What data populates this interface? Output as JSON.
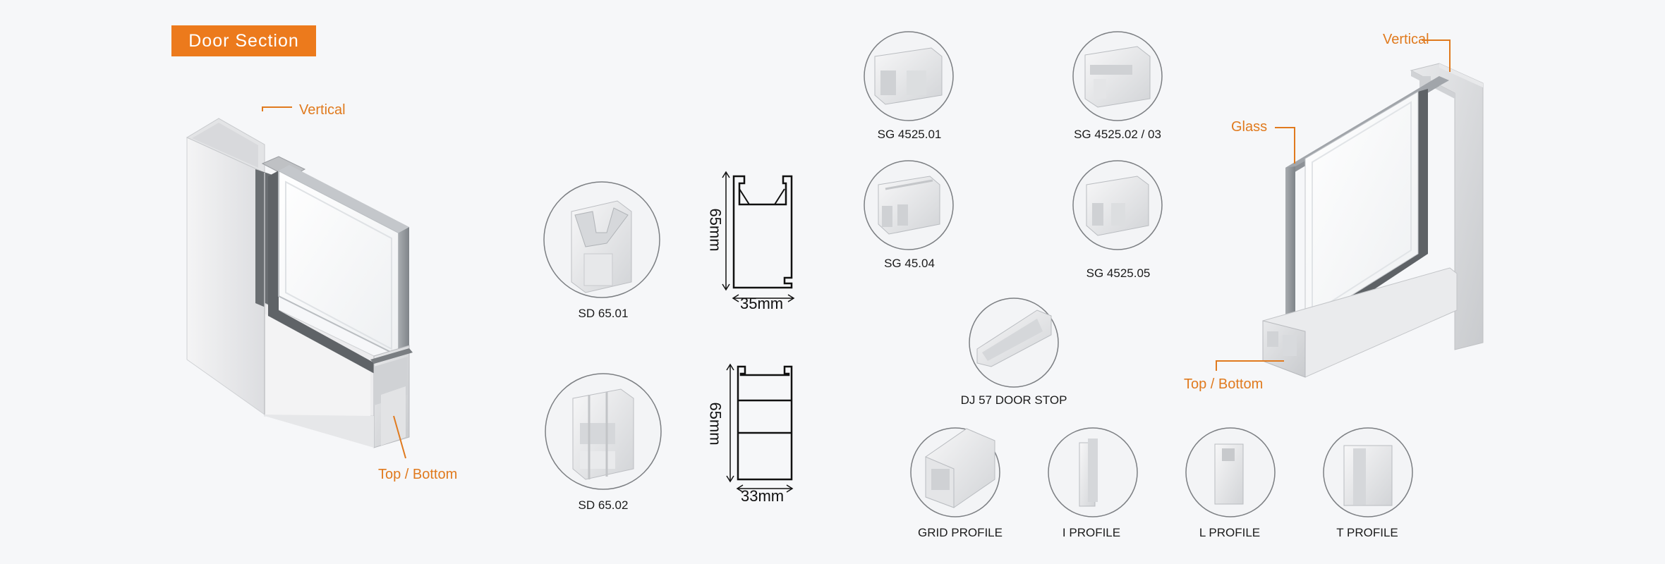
{
  "title": "Door Section",
  "left_section": {
    "callouts": {
      "vertical": "Vertical",
      "top_bottom": "Top / Bottom"
    }
  },
  "profiles": {
    "sd6501": {
      "label": "SD 65.01",
      "height": "65mm",
      "width": "35mm"
    },
    "sd6502": {
      "label": "SD 65.02",
      "height": "65mm",
      "width": "33mm"
    },
    "sg452501": "SG 4525.01",
    "sg452502": "SG 4525.02 / 03",
    "sg4504": "SG 45.04",
    "sg452505": "SG 4525.05",
    "dj57": "DJ 57 DOOR STOP",
    "grid": "GRID PROFILE",
    "i": "I PROFILE",
    "l": "L PROFILE",
    "t": "T PROFILE"
  },
  "right_section": {
    "callouts": {
      "vertical": "Vertical",
      "glass": "Glass",
      "top_bottom": "Top / Bottom"
    }
  },
  "colors": {
    "accent": "#ec7a1c",
    "frame": "#e9eaec",
    "glass_edge": "#8f9499",
    "gasket": "#5e6266"
  }
}
